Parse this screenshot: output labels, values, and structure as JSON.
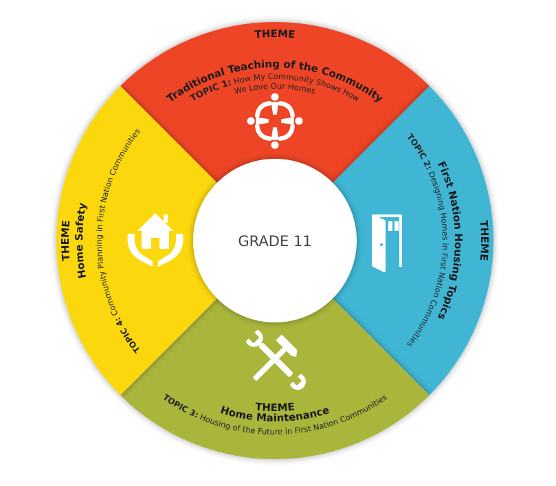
{
  "center": {
    "label": "GRADE 11"
  },
  "colors": {
    "red": "#ee4528",
    "blue": "#40b6d4",
    "olive": "#a9b53a",
    "yellow": "#fbd80f",
    "white": "#ffffff"
  },
  "segments": {
    "top": {
      "theme": "THEME",
      "title": "Traditional Teaching of the Community",
      "topic_label": "TOPIC 1:",
      "topic_text": "How My Community Shows How",
      "topic_text2": "We Love Our Homes",
      "icon": "community-people-icon"
    },
    "right": {
      "theme": "THEME",
      "title": "First Nation Housing Topics",
      "topic_label": "TOPIC 2:",
      "topic_text": "Designing Homes in First Nation Communities",
      "icon": "door-icon"
    },
    "bottom": {
      "theme": "THEME",
      "title": "Home Maintenance",
      "topic_label": "TOPIC 3:",
      "topic_text": "Housing of the Future in First Nation Communities",
      "icon": "hammer-wrench-icon"
    },
    "left": {
      "theme": "THEME",
      "title": "Home Safety",
      "topic_label": "TOPIC 4:",
      "topic_text": "Community Planning in First Nation Communities",
      "icon": "house-in-hands-icon"
    }
  }
}
